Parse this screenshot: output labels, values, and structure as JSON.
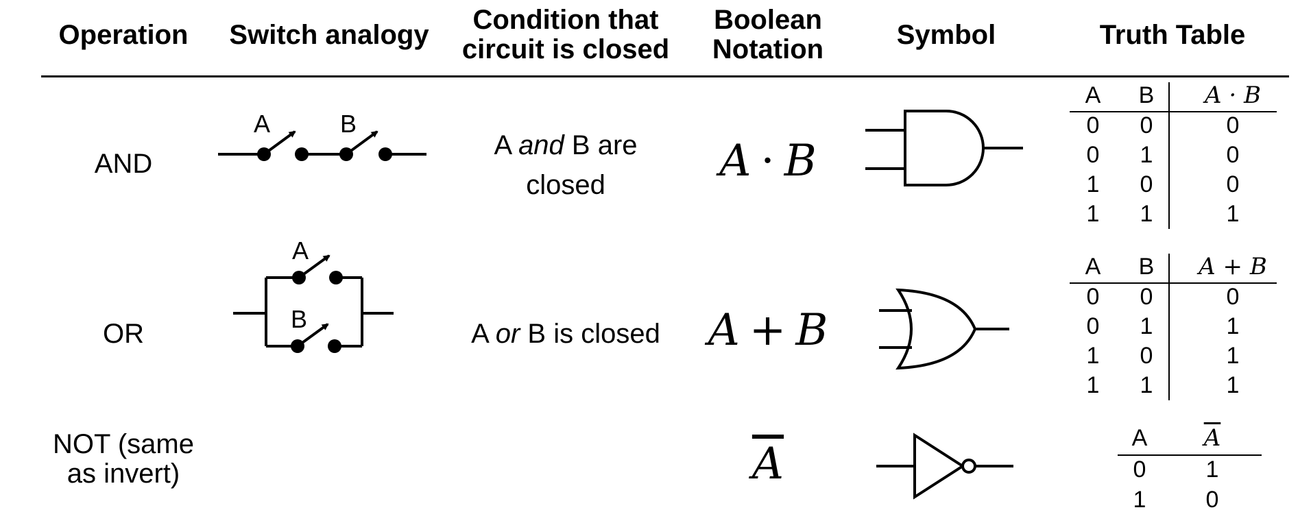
{
  "headers": {
    "operation": "Operation",
    "switch_analogy": "Switch analogy",
    "condition_line1": "Condition that",
    "condition_line2": "circuit is closed",
    "boolean_line1": "Boolean",
    "boolean_line2": "Notation",
    "symbol": "Symbol",
    "truth_table": "Truth Table"
  },
  "rows": {
    "and": {
      "operation": "AND",
      "switch_labels": [
        "A",
        "B"
      ],
      "condition_line1_pre": "A ",
      "condition_line1_em": "and",
      "condition_line1_post": " B are",
      "condition_line2": "closed",
      "notation_a": "A",
      "notation_op": "·",
      "notation_b": "B",
      "gate": "and-gate-icon",
      "truth_table": {
        "headers": [
          "A",
          "B",
          "A · B"
        ],
        "rows": [
          [
            "0",
            "0",
            "0"
          ],
          [
            "0",
            "1",
            "0"
          ],
          [
            "1",
            "0",
            "0"
          ],
          [
            "1",
            "1",
            "1"
          ]
        ]
      }
    },
    "or": {
      "operation": "OR",
      "switch_labels": [
        "A",
        "B"
      ],
      "condition_pre": "A ",
      "condition_em": "or",
      "condition_post": " B is closed",
      "notation_a": "A",
      "notation_op": "+",
      "notation_b": "B",
      "gate": "or-gate-icon",
      "truth_table": {
        "headers": [
          "A",
          "B",
          "A + B"
        ],
        "rows": [
          [
            "0",
            "0",
            "0"
          ],
          [
            "0",
            "1",
            "1"
          ],
          [
            "1",
            "0",
            "1"
          ],
          [
            "1",
            "1",
            "1"
          ]
        ]
      }
    },
    "not": {
      "operation_line1": "NOT (same",
      "operation_line2": "as invert)",
      "notation": "A",
      "gate": "not-gate-icon",
      "truth_table": {
        "headers": [
          "A",
          "A"
        ],
        "rows": [
          [
            "0",
            "1"
          ],
          [
            "1",
            "0"
          ]
        ]
      }
    }
  }
}
